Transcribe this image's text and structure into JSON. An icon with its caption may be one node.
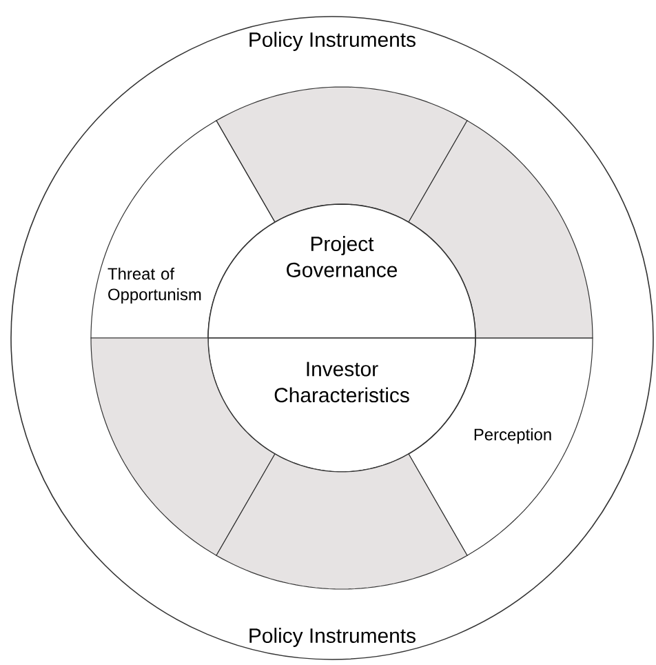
{
  "diagram": {
    "nodes": [
      {
        "text": [
          "Policy Instruments",
          "Policy Instruments"
        ]
      },
      {
        "text": [],
        "shape": "sector",
        "in": 0
      },
      {
        "text": [],
        "shape": "sector",
        "in": 0
      },
      {
        "text": [
          "Threat of Opportunism"
        ],
        "in": 0
      },
      {
        "text": [
          "Project Governance"
        ],
        "in": 0
      },
      {
        "text": [
          "Investor Characteristics"
        ],
        "in": 0
      },
      {
        "text": [
          "Perception"
        ],
        "in": 0
      },
      {
        "text": [],
        "shape": "sector",
        "in": 0
      },
      {
        "text": [],
        "shape": "sector",
        "in": 0
      }
    ]
  }
}
